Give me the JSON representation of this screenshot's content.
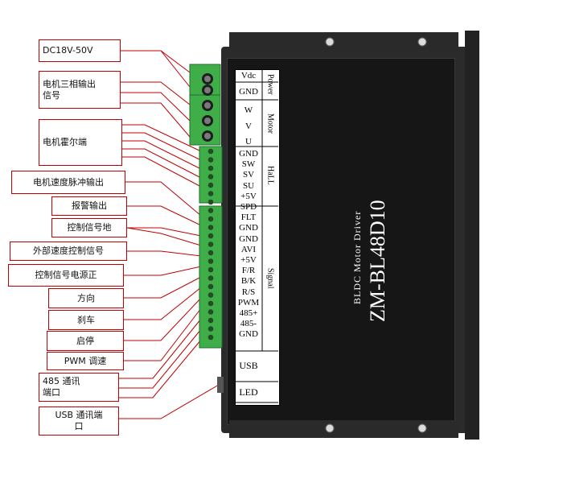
{
  "callouts": [
    {
      "id": "dc",
      "text": "DC18V-50V"
    },
    {
      "id": "phase",
      "text": "电机三相输出\n信号"
    },
    {
      "id": "hall",
      "text": "电机霍尔端"
    },
    {
      "id": "pulse",
      "text": "电机速度脉冲输出"
    },
    {
      "id": "alarm",
      "text": "报警输出"
    },
    {
      "id": "gnd",
      "text": "控制信号地"
    },
    {
      "id": "ext",
      "text": "外部速度控制信号"
    },
    {
      "id": "pwr",
      "text": "控制信号电源正"
    },
    {
      "id": "dir",
      "text": "方向"
    },
    {
      "id": "brake",
      "text": "刹车"
    },
    {
      "id": "start",
      "text": "启停"
    },
    {
      "id": "pwm",
      "text": "PWM 调速"
    },
    {
      "id": "rs485",
      "text": "485 通讯\n端口"
    },
    {
      "id": "usb",
      "text": "USB 通讯端\n口"
    }
  ],
  "terminals": [
    "Vdc",
    "GND",
    "W",
    "V",
    "U",
    "GND",
    "SW",
    "SV",
    "SU",
    "+5V",
    "SPD",
    "FLT",
    "GND",
    "GND",
    "AVI",
    "+5V",
    "F/R",
    "B/K",
    "R/S",
    "PWM",
    "485+",
    "485-",
    "GND"
  ],
  "groups": [
    {
      "id": "power",
      "text": "Power"
    },
    {
      "id": "motor",
      "text": "Motor"
    },
    {
      "id": "hall",
      "text": "HaLL"
    },
    {
      "id": "signal",
      "text": "Signal"
    }
  ],
  "ports": {
    "usb": "USB",
    "led": "LED"
  },
  "device": {
    "model": "ZM-BL48D10",
    "subtitle": "BLDC Motor Driver"
  },
  "colors": {
    "line": "#c00000",
    "terminal": "#3fae49",
    "body": "#1a1a1a"
  }
}
